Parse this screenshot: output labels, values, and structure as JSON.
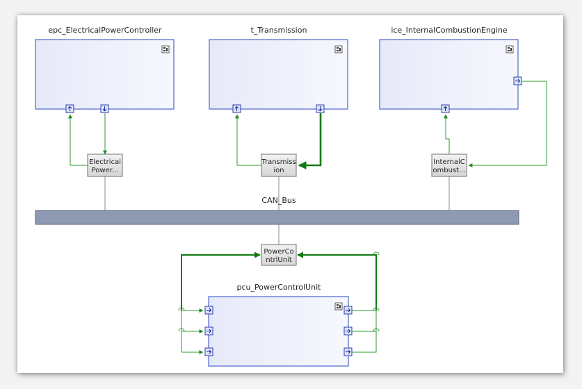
{
  "components": {
    "epc": {
      "label": "epc_ElectricalPowerController"
    },
    "t": {
      "label": "t_Transmission"
    },
    "ice": {
      "label": "ice_InternalCombustionEngine"
    },
    "pcu": {
      "label": "pcu_PowerControlUnit"
    }
  },
  "nodes": {
    "epc": {
      "line1": "Electrical",
      "line2": "Power..."
    },
    "t": {
      "line1": "Transmiss",
      "line2": "ion"
    },
    "ice": {
      "line1": "InternalC",
      "line2": "ombust..."
    },
    "pcu": {
      "line1": "PowerCo",
      "line2": "ntrlUnit"
    }
  },
  "bus": {
    "label": "CAN_Bus"
  },
  "colors": {
    "connection": "#1e8c1e",
    "connection_bold": "#107a10",
    "bus_fill": "#8e9ab3",
    "component_border": "#5a6fcf",
    "node_fill": "#e2e2e2"
  },
  "icons": [
    "component-icon",
    "port-in-icon",
    "port-out-icon",
    "port-right-icon"
  ]
}
